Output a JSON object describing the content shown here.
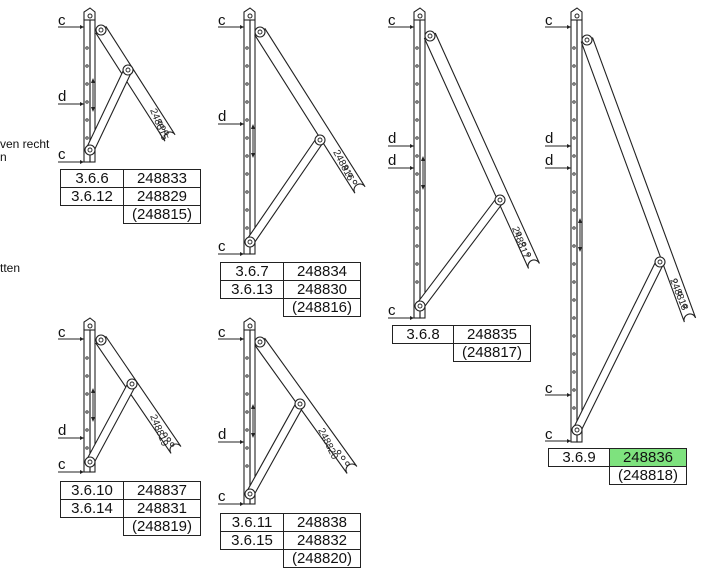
{
  "side_text": {
    "line1": "ven recht",
    "line2": "n",
    "line3": "tten"
  },
  "stays": [
    {
      "id": "248815",
      "rows": [
        [
          "3.6.6",
          "248833"
        ],
        [
          "3.6.12",
          "248829"
        ],
        [
          "",
          "(248815)"
        ]
      ],
      "labels": [
        {
          "t": "c"
        },
        {
          "t": "d"
        },
        {
          "t": "c"
        }
      ]
    },
    {
      "id": "248816",
      "rows": [
        [
          "3.6.7",
          "248834"
        ],
        [
          "3.6.13",
          "248830"
        ],
        [
          "",
          "(248816)"
        ]
      ],
      "labels": [
        {
          "t": "c"
        },
        {
          "t": "d"
        },
        {
          "t": "c"
        }
      ]
    },
    {
      "id": "248817",
      "rows": [
        [
          "3.6.8",
          "248835"
        ],
        [
          "",
          "(248817)"
        ]
      ],
      "labels": [
        {
          "t": "c"
        },
        {
          "t": "d"
        },
        {
          "t": "d"
        },
        {
          "t": "c"
        }
      ]
    },
    {
      "id": "248818",
      "rows": [
        [
          "3.6.9",
          "248836"
        ],
        [
          "",
          "(248818)"
        ]
      ],
      "highlight": "248836",
      "labels": [
        {
          "t": "c"
        },
        {
          "t": "d"
        },
        {
          "t": "d"
        },
        {
          "t": "c"
        },
        {
          "t": "c"
        }
      ]
    },
    {
      "id": "248819",
      "rows": [
        [
          "3.6.10",
          "248837"
        ],
        [
          "3.6.14",
          "248831"
        ],
        [
          "",
          "(248819)"
        ]
      ],
      "labels": [
        {
          "t": "c"
        },
        {
          "t": "d"
        },
        {
          "t": "c"
        }
      ]
    },
    {
      "id": "248820",
      "rows": [
        [
          "3.6.11",
          "248838"
        ],
        [
          "3.6.15",
          "248832"
        ],
        [
          "",
          "(248820)"
        ]
      ],
      "labels": [
        {
          "t": "c"
        },
        {
          "t": "d"
        },
        {
          "t": "c"
        }
      ]
    }
  ],
  "colors": {
    "line": "#222222",
    "highlight": "#7ee27e"
  }
}
